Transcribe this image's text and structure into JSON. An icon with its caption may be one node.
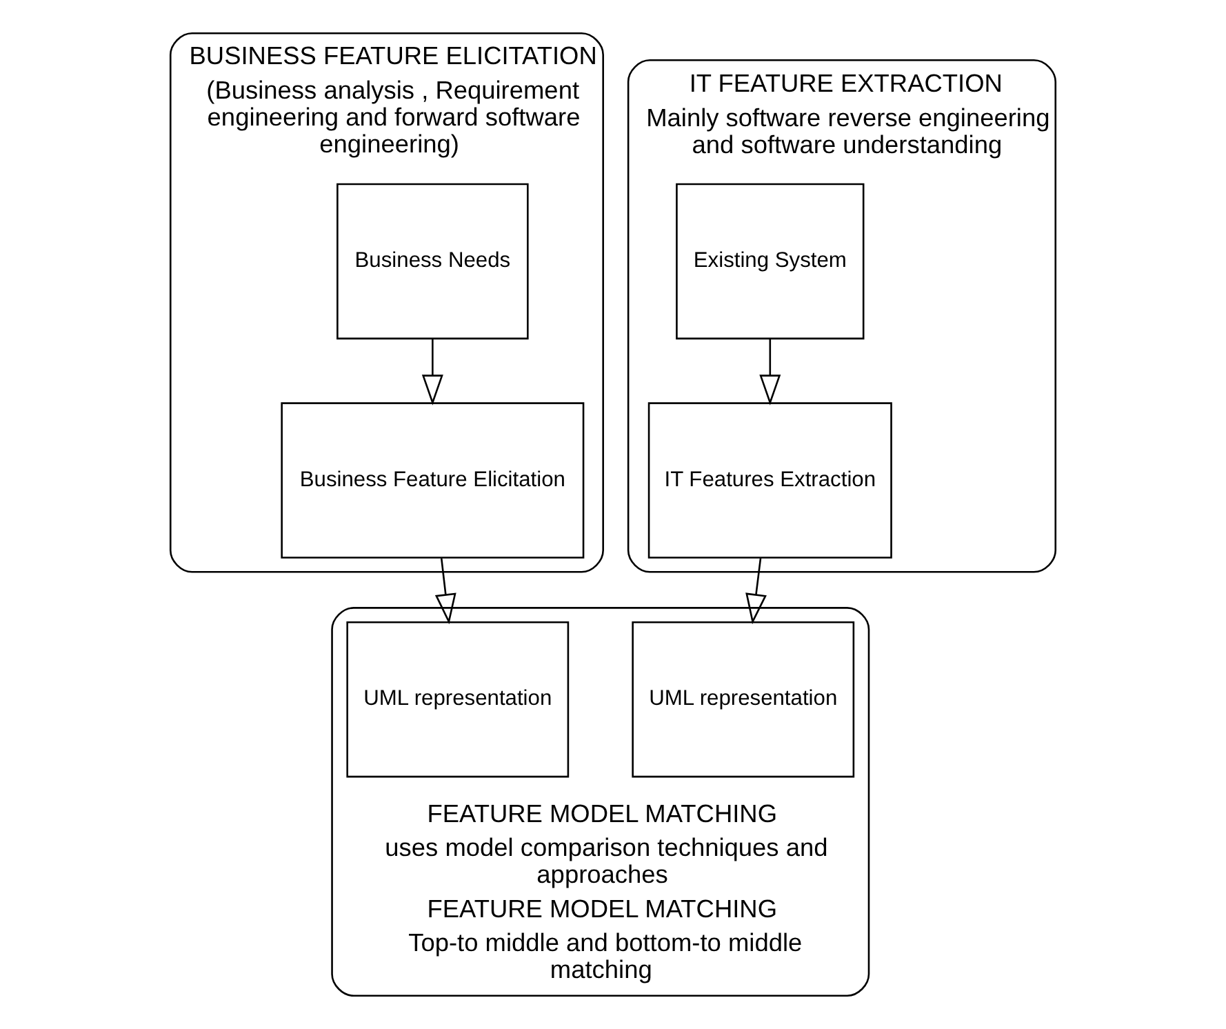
{
  "diagram": {
    "nodes": [
      {
        "text": [],
        "shape": "ellipse",
        "beside": [
          "BUSINESS FEATURE ELICITATION",
          "(Business analysis , Requirement engineering and forward software engineering)"
        ]
      },
      {
        "text": [
          "Business Needs"
        ],
        "in": 0
      },
      {
        "text": [
          "Business Feature Elicitation"
        ],
        "in": 0
      },
      {
        "text": [],
        "shape": "ellipse",
        "beside": [
          "FEATURE MODEL MATCHING",
          "uses model comparison techniques and approaches",
          "FEATURE MODEL MATCHING",
          "Top-to middle and bottom-to middle matching"
        ]
      },
      {
        "text": [
          "UML representation"
        ],
        "in": 3
      },
      {
        "text": [
          "UML representation"
        ],
        "in": 3
      },
      {
        "text": [],
        "shape": "ellipse",
        "beside": [
          "IT FEATURE EXTRACTION",
          "Mainly software reverse engineering and software understanding"
        ]
      },
      {
        "text": [
          "IT Features Extraction"
        ],
        "in": 6
      },
      {
        "text": [
          "Existing System"
        ],
        "in": 6
      }
    ],
    "edges": [
      {
        "from": 1,
        "to": 2,
        "arrow": "to"
      },
      {
        "from": 2,
        "to": 5,
        "arrow": "to"
      },
      {
        "from": 7,
        "to": 4,
        "arrow": "to"
      },
      {
        "from": 8,
        "to": 7,
        "arrow": "to"
      }
    ]
  }
}
